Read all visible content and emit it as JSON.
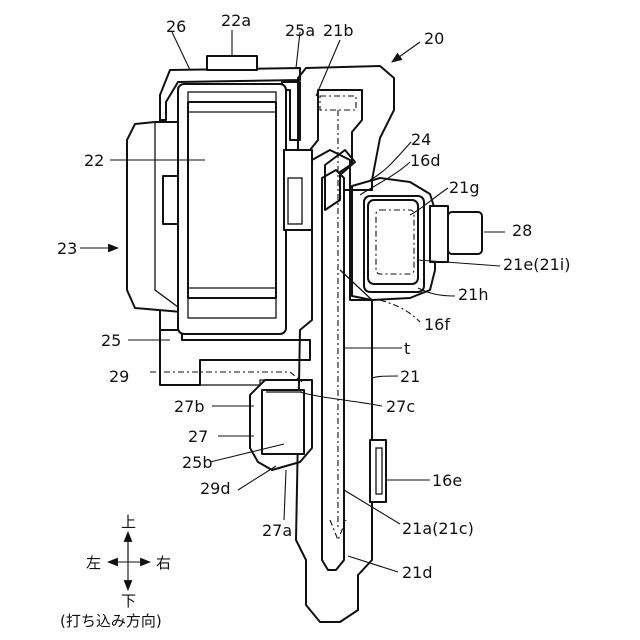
{
  "labels": {
    "l26": "26",
    "l22a": "22a",
    "l25a": "25a",
    "l21b": "21b",
    "l20": "20",
    "l22": "22",
    "l24": "24",
    "l16d": "16d",
    "l21g": "21g",
    "l28": "28",
    "l23": "23",
    "l21e": "21e(21i)",
    "l21h": "21h",
    "l16f": "16f",
    "l25": "25",
    "lt": "t",
    "l29": "29",
    "l21": "21",
    "l27b": "27b",
    "l27c": "27c",
    "l27": "27",
    "l25b": "25b",
    "l16e": "16e",
    "l29d": "29d",
    "l27a": "27a",
    "l21a": "21a(21c)",
    "l21d": "21d"
  },
  "directions": {
    "up": "上",
    "down": "下",
    "left": "左",
    "right": "右",
    "caption": "(打ち込み方向)"
  },
  "colors": {
    "line": "#111111",
    "background": "#ffffff"
  }
}
